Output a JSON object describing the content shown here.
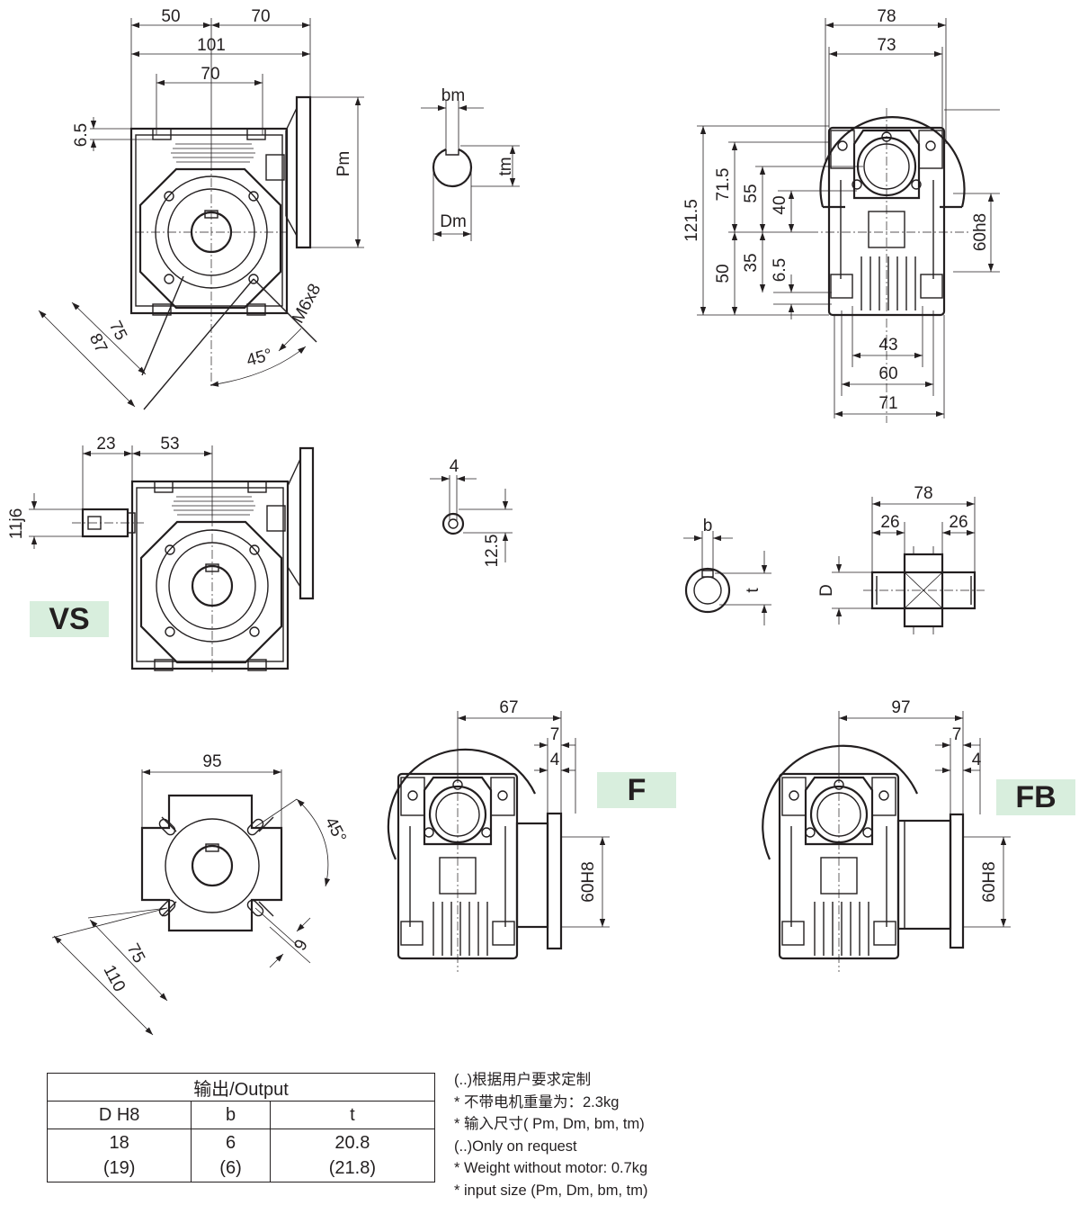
{
  "dims": {
    "top_view": {
      "d50": "50",
      "d70a": "70",
      "d101": "101",
      "d70b": "70",
      "d6_5": "6.5",
      "pm": "Pm",
      "d75": "75",
      "d87": "87",
      "m6x8": "M6x8",
      "a45": "45°"
    },
    "shaft_key": {
      "bm": "bm",
      "tm": "tm",
      "dm": "Dm"
    },
    "side_view": {
      "d78": "78",
      "d73": "73",
      "d121_5": "121.5",
      "d71_5": "71.5",
      "d55": "55",
      "d40": "40",
      "d50": "50",
      "d35": "35",
      "d6_5": "6.5",
      "d60h8": "60h8",
      "d43": "43",
      "d60": "60",
      "d71": "71"
    },
    "vs_view": {
      "d23": "23",
      "d53": "53",
      "d11j6": "11j6"
    },
    "small_shaft": {
      "d4": "4",
      "d12_5": "12.5"
    },
    "bore_key": {
      "b": "b",
      "t": "t"
    },
    "hollow_shaft": {
      "d78": "78",
      "d26a": "26",
      "d26b": "26",
      "D": "D"
    },
    "flange_view": {
      "d95": "95",
      "a45": "45°",
      "d75": "75",
      "d110": "110",
      "d9": "9"
    },
    "f_view": {
      "d67": "67",
      "d7": "7",
      "d4": "4",
      "d60h8": "60H8"
    },
    "fb_view": {
      "d97": "97",
      "d7": "7",
      "d4": "4",
      "d60h8": "60H8"
    }
  },
  "badges": {
    "vs": "VS",
    "f": "F",
    "fb": "FB"
  },
  "table": {
    "caption": "输出/Output",
    "headers": [
      "D H8",
      "b",
      "t"
    ],
    "row1": [
      "18",
      "6",
      "20.8"
    ],
    "row2": [
      "(19)",
      "(6)",
      "(21.8)"
    ]
  },
  "notes": [
    "(..)根据用户要求定制",
    "* 不带电机重量为：2.3kg",
    "* 输入尺寸( Pm, Dm, bm, tm)",
    "(..)Only on request",
    "* Weight without motor: 0.7kg",
    "* input  size  (Pm, Dm, bm, tm)"
  ]
}
